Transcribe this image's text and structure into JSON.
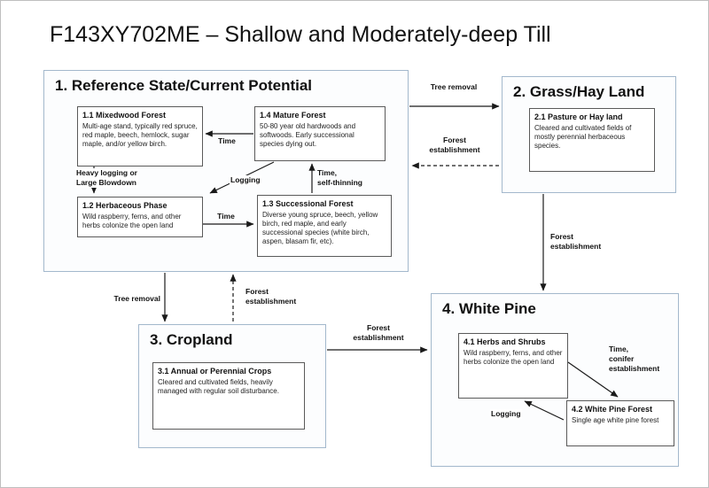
{
  "title": "F143XY702ME – Shallow and Moderately-deep Till",
  "states": {
    "s1": {
      "header": "1. Reference State/Current Potential",
      "boxes": {
        "b11": {
          "title": "1.1 Mixedwood Forest",
          "body": "Multi-age stand, typically red spruce, red maple, beech, hemlock, sugar maple, and/or yellow birch."
        },
        "b14": {
          "title": "1.4 Mature Forest",
          "body": "50-80 year old hardwoods and softwoods. Early successional species dying out."
        },
        "b12": {
          "title": "1.2 Herbaceous Phase",
          "body": "Wild raspberry, ferns, and other herbs colonize the open land"
        },
        "b13": {
          "title": "1.3 Successional Forest",
          "body": "Diverse young spruce, beech, yellow birch, red maple, and early successional species (white birch, aspen, blasam fir, etc)."
        }
      }
    },
    "s2": {
      "header": "2. Grass/Hay Land",
      "boxes": {
        "b21": {
          "title": "2.1 Pasture or Hay land",
          "body": "Cleared and cultivated fields of mostly perennial herbaceous species."
        }
      }
    },
    "s3": {
      "header": "3. Cropland",
      "boxes": {
        "b31": {
          "title": "3.1 Annual or Perennial Crops",
          "body": "Cleared and cultivated fields, heavily managed with regular soil disturbance."
        }
      }
    },
    "s4": {
      "header": "4. White Pine",
      "boxes": {
        "b41": {
          "title": "4.1 Herbs and Shrubs",
          "body": "Wild raspberry, ferns, and other herbs colonize the open land"
        },
        "b42": {
          "title": "4.2 White Pine Forest",
          "body": "Single age white pine forest"
        }
      }
    }
  },
  "transitions": {
    "tree_removal_1_to_2": "Tree removal",
    "forest_establishment_2_to_1": "Forest\nestablishment",
    "forest_establishment_2_to_4": "Forest\nestablishment",
    "tree_removal_1_to_3": "Tree removal",
    "forest_establishment_3_to_1": "Forest\nestablishment",
    "forest_establishment_3_to_4": "Forest\nestablishment",
    "time_mature_to_mixedwood": "Time",
    "heavy_logging_or_blowdown": "Heavy logging or\nLarge Blowdown",
    "logging_mature_to_herbaceous": "Logging",
    "time_self_thinning": "Time,\nself-thinning",
    "time_herbaceous_to_successional": "Time",
    "time_conifer_establishment": "Time,\nconifer\nestablishment",
    "logging_whitepine_to_herbs": "Logging"
  },
  "colors": {
    "state_box_border": "#a3b8cc",
    "state_box_background": "#fcfdfe",
    "community_box_border": "#5a5a5a",
    "arrow": "#1a1a1a",
    "title_text": "#111111"
  }
}
